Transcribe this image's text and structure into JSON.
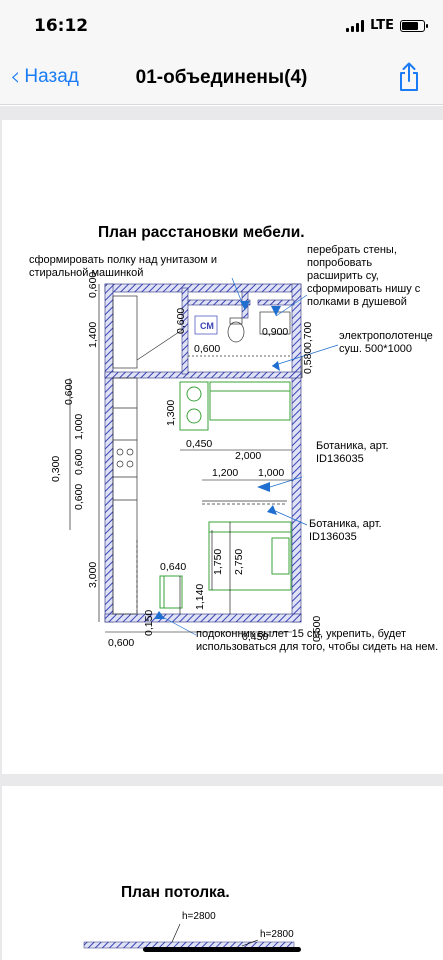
{
  "status_bar": {
    "time": "16:12",
    "network": "LTE",
    "signal_icon": "signal-bars-icon",
    "battery_icon": "battery-icon"
  },
  "nav": {
    "back_label": "Назад",
    "title": "01-объединены(4)",
    "share_icon": "share-icon"
  },
  "plan1": {
    "title": "План расстановки мебели.",
    "notes": {
      "shelf": "сформировать полку над унитазом и\nстиральной машинкой",
      "walls": "перебрать стены,\nпопробовать\nрасширить су,\nсформировать нишу с\nполками в душевой",
      "towel": "электрополотенце\nсуш. 500*1000",
      "botanika1": "Ботаника, арт.\nID136035",
      "botanika2": "Ботаника, арт.\nID136035",
      "sill": "подоконник вылет 15 см, укрепить, будет\nиспользоваться для того, чтобы сидеть на нем."
    },
    "washer_label": "СМ",
    "dimensions": {
      "d_0600_top": "0,600",
      "d_1400": "1,400",
      "d_0600_wc": "0,600",
      "d_0600_wc_h": "0,600",
      "d_0900": "0,900",
      "d_0700": "0,700",
      "d_0580": "0,580",
      "d_0600_k1": "0,600",
      "d_1000_k": "1,000",
      "d_0600_k2": "0,600",
      "d_0600_k3": "0,600",
      "d_0300": "0,300",
      "d_1300": "1,300",
      "d_0450_top": "0,450",
      "d_2000": "2,000",
      "d_1200": "1,200",
      "d_1000_r": "1,000",
      "d_3000": "3,000",
      "d_0640": "0,640",
      "d_1750": "1,750",
      "d_2750": "2,750",
      "d_1140": "1,140",
      "d_0150": "0,150",
      "d_0500": "0,500",
      "d_0450_bot": "0,450",
      "d_0600_bot": "0,600"
    }
  },
  "plan2": {
    "title": "План потолка.",
    "h1": "h=2800",
    "h2": "h=2800"
  }
}
